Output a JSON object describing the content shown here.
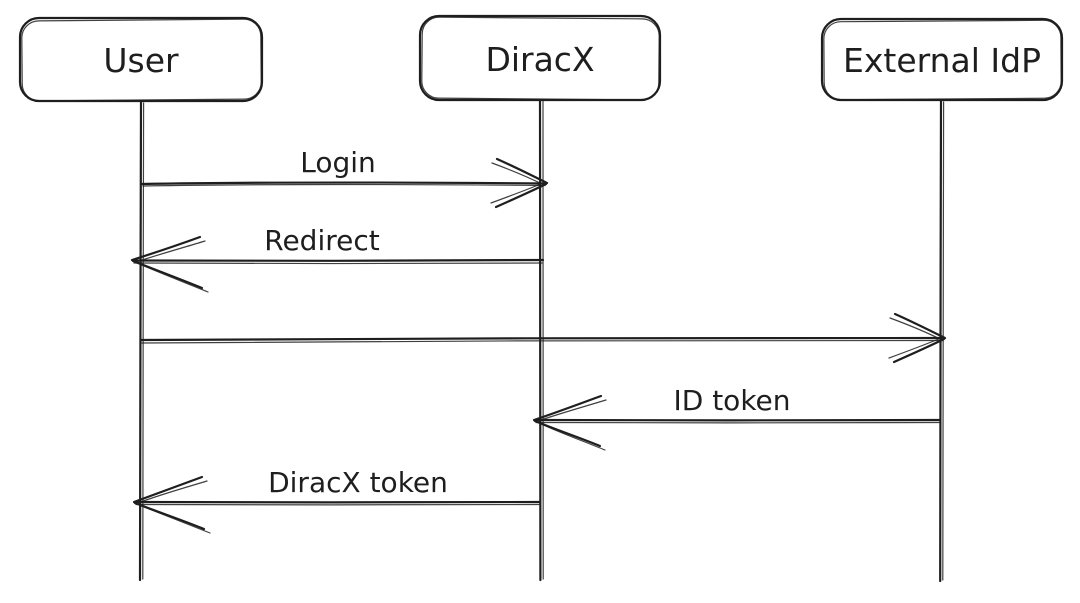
{
  "diagram": {
    "kind": "sequence-diagram",
    "style": "hand-drawn",
    "colors": {
      "stroke": "#1e1e1e",
      "background": "#ffffff"
    },
    "actors": [
      {
        "label": "User"
      },
      {
        "label": "DiracX"
      },
      {
        "label": "External IdP"
      }
    ],
    "messages": [
      {
        "label": "Login",
        "from": "User",
        "to": "DiracX",
        "direction": "right"
      },
      {
        "label": "Redirect",
        "from": "DiracX",
        "to": "User",
        "direction": "left"
      },
      {
        "label": "",
        "from": "User",
        "to": "External IdP",
        "direction": "right"
      },
      {
        "label": "ID token",
        "from": "External IdP",
        "to": "DiracX",
        "direction": "left"
      },
      {
        "label": "DiracX token",
        "from": "DiracX",
        "to": "User",
        "direction": "left"
      }
    ]
  }
}
